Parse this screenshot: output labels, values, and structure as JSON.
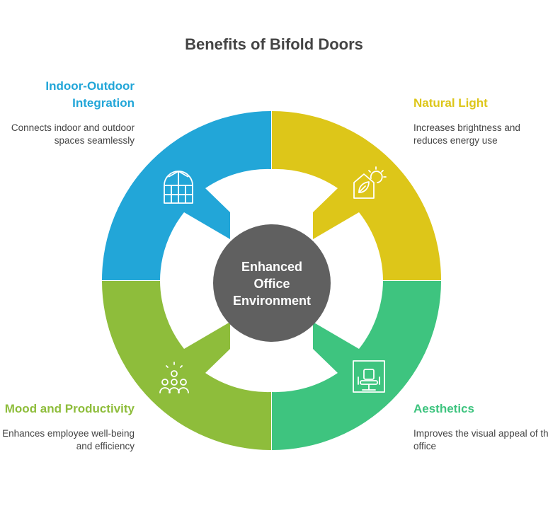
{
  "title": "Benefits of Bifold Doors",
  "center": {
    "label": "Enhanced Office Environment",
    "color": "#606060"
  },
  "segments": [
    {
      "id": "indoor-outdoor",
      "heading": "Indoor-Outdoor Integration",
      "description": "Connects indoor and outdoor spaces seamlessly",
      "color": "#22a6d8",
      "icon": "arched-window-icon"
    },
    {
      "id": "natural-light",
      "heading": "Natural Light",
      "description": "Increases brightness and reduces energy use",
      "color": "#ddc619",
      "icon": "sun-house-leaf-icon"
    },
    {
      "id": "mood-productivity",
      "heading": "Mood and Productivity",
      "description": "Enhances employee well-being and efficiency",
      "color": "#8ebd3b",
      "icon": "team-idea-icon"
    },
    {
      "id": "aesthetics",
      "heading": "Aesthetics",
      "description": "Improves the visual appeal of the office",
      "color": "#3ec47f",
      "icon": "office-chair-frame-icon"
    }
  ]
}
